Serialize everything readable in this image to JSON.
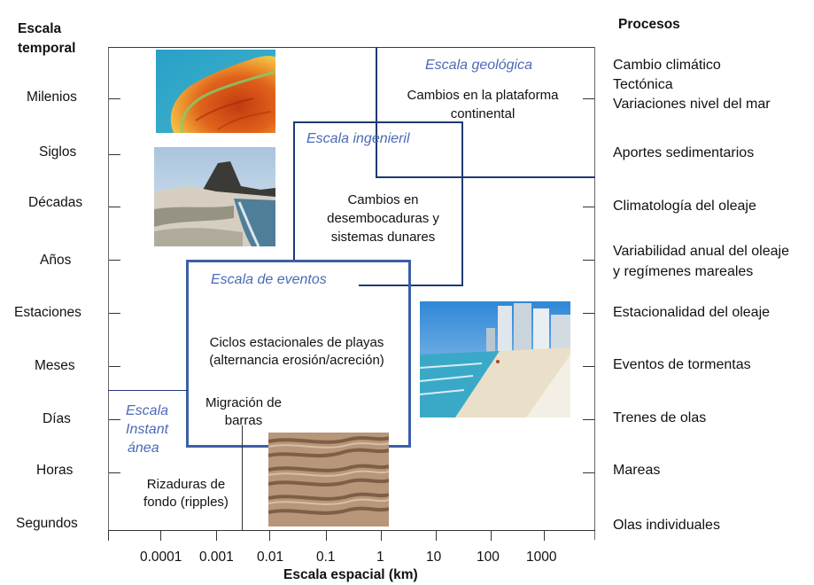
{
  "y_axis": {
    "title_line1": "Escala",
    "title_line2": "temporal",
    "labels": [
      "Milenios",
      "Siglos",
      "Décadas",
      "Años",
      "Estaciones",
      "Meses",
      "Días",
      "Horas",
      "Segundos"
    ]
  },
  "x_axis": {
    "title": "Escala espacial (km)",
    "labels": [
      "0.0001",
      "0.001",
      "0.01",
      "0.1",
      "1",
      "10",
      "100",
      "1000"
    ]
  },
  "processes": {
    "title": "Procesos",
    "items": [
      "Cambio climático",
      "Tectónica",
      "Variaciones nivel del mar",
      "Aportes sedimentarios",
      "Climatología del oleaje",
      "Variabilidad anual del oleaje",
      "y regímenes mareales",
      "Estacionalidad del oleaje",
      "Eventos de tormentas",
      "Trenes de olas",
      "Mareas",
      "Olas individuales"
    ]
  },
  "scales": {
    "geologica": {
      "title": "Escala geológica",
      "desc_line1": "Cambios en la plataforma",
      "desc_line2": "continental"
    },
    "ingenieril": {
      "title": "Escala ingenieril",
      "desc_line1": "Cambios en",
      "desc_line2": "desembocaduras y",
      "desc_line3": "sistemas dunares"
    },
    "eventos": {
      "title": "Escala de eventos",
      "desc_line1": "Ciclos estacionales de playas",
      "desc_line2": "(alternancia erosión/acreción)"
    },
    "instantanea": {
      "title_line1": "Escala",
      "title_line2": "Instant",
      "title_line3": "ánea",
      "desc_line1": "Rizaduras de",
      "desc_line2": "fondo (ripples)"
    },
    "migracion": {
      "line1": "Migración de",
      "line2": "barras"
    }
  },
  "colors": {
    "box_line": "#1f3a73",
    "scale_title": "#4a6bb5"
  }
}
